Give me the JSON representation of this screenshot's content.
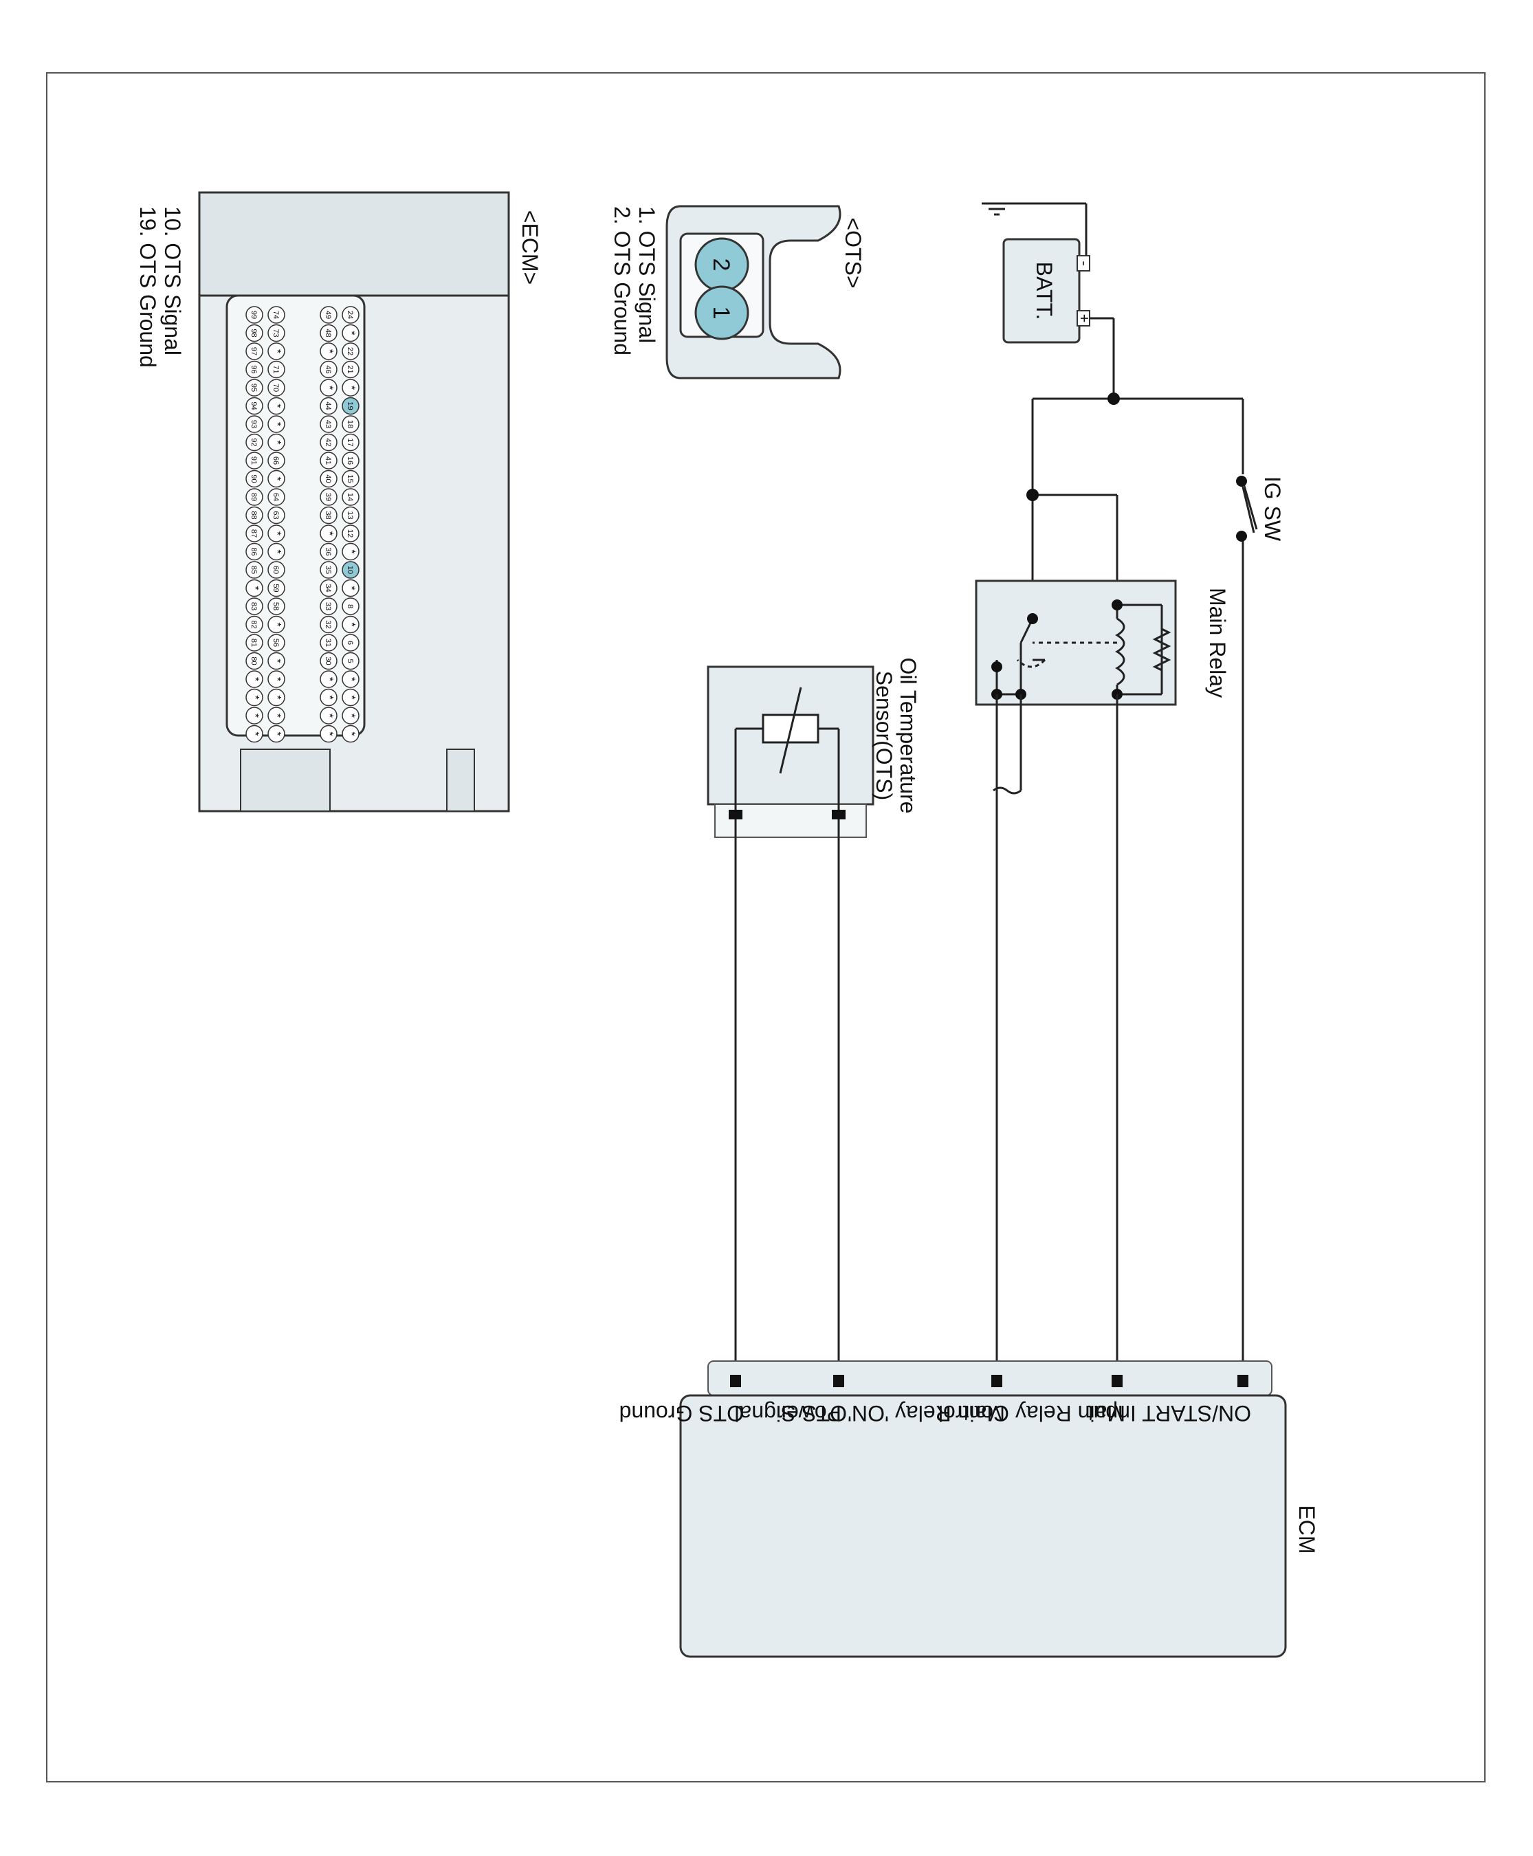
{
  "colors": {
    "line": "#222222",
    "box_fill": "#e4ecef",
    "pin_highlight": "#8fcad6",
    "background": "#ffffff"
  },
  "battery": {
    "label": "BATT.",
    "minus": "-",
    "plus": "+"
  },
  "ig_switch": {
    "label": "IG SW"
  },
  "main_relay": {
    "label": "Main Relay"
  },
  "sensor": {
    "line1": "Oil Temperature",
    "line2": "Sensor(OTS)"
  },
  "ecm_box": {
    "title": "ECM",
    "pins": [
      "ON/START Input",
      "Main Relay Control",
      "Main Relay 'ON' Power",
      "OTS Signal",
      "OTS Ground"
    ]
  },
  "ots_connector": {
    "title": "<OTS>",
    "pins": [
      "1. OTS Signal",
      "2. OTS Ground"
    ],
    "cavity_numbers": [
      "2",
      "1"
    ]
  },
  "ecm_connector": {
    "title": "<ECM>",
    "pins": [
      "10. OTS Signal",
      "19. OTS Ground"
    ],
    "row1": [
      "24",
      "*",
      "22",
      "21",
      "*",
      "19",
      "18",
      "17",
      "16",
      "15",
      "14",
      "13",
      "12",
      "*",
      "10",
      "*",
      "8",
      "*",
      "6",
      "5",
      "*",
      "*",
      "*",
      "*"
    ],
    "row2": [
      "49",
      "48",
      "*",
      "46",
      "*",
      "44",
      "43",
      "42",
      "41",
      "40",
      "39",
      "38",
      "*",
      "36",
      "35",
      "34",
      "33",
      "32",
      "31",
      "30",
      "*",
      "*",
      "*",
      "*"
    ],
    "row3": [
      "74",
      "73",
      "*",
      "71",
      "70",
      "*",
      "*",
      "*",
      "66",
      "*",
      "64",
      "63",
      "*",
      "*",
      "60",
      "59",
      "58",
      "*",
      "56",
      "*",
      "*",
      "*",
      "*",
      "*"
    ],
    "row4": [
      "99",
      "98",
      "97",
      "96",
      "95",
      "94",
      "93",
      "92",
      "91",
      "90",
      "89",
      "88",
      "87",
      "86",
      "85",
      "*",
      "83",
      "82",
      "81",
      "80",
      "*",
      "*",
      "*",
      "*"
    ],
    "highlighted": [
      "10",
      "19"
    ]
  }
}
